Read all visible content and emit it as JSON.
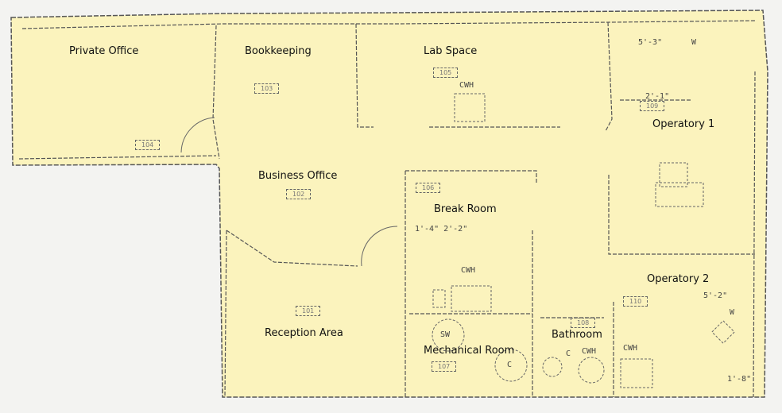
{
  "colors": {
    "background": "#f3f3f1",
    "floor_fill": "#fbf3bd",
    "wall": "#555555"
  },
  "rooms": [
    {
      "name": "Private Office",
      "number": "104"
    },
    {
      "name": "Bookkeeping",
      "number": "103"
    },
    {
      "name": "Lab Space",
      "number": "105"
    },
    {
      "name": "Operatory 1",
      "number": "109"
    },
    {
      "name": "Business Office",
      "number": "102"
    },
    {
      "name": "Break Room",
      "number": "106"
    },
    {
      "name": "Reception Area",
      "number": "101"
    },
    {
      "name": "Mechanical Room",
      "number": "107"
    },
    {
      "name": "Bathroom",
      "number": "108"
    },
    {
      "name": "Operatory 2",
      "number": "110"
    }
  ],
  "annotations": {
    "lab_sink": "CWH",
    "op1_dim_a": "5'-3\"",
    "op1_dim_b": "2'-1\"",
    "op1_w": "W",
    "break_dim": "1'-4\" 2'-2\"",
    "break_sink": "CWH",
    "water_softener": "SW",
    "mech_c": "C",
    "bath_sink": "CWH",
    "bath_c": "C",
    "op2_sink": "CWH",
    "op2_dim_a": "5'-2\"",
    "op2_dim_b": "1'-8\"",
    "op2_w": "W"
  }
}
